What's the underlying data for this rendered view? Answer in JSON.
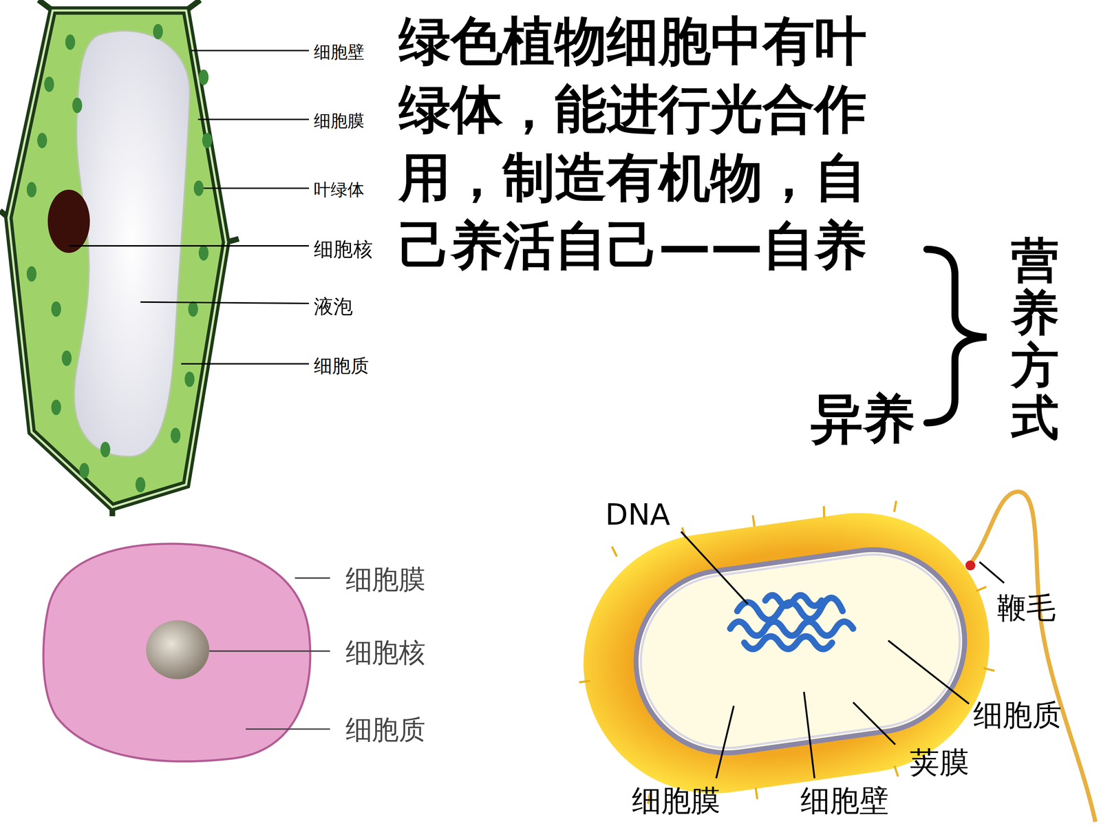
{
  "diagram": {
    "labels": [
      "绿色植物细胞中有叶绿体，能进行光合作用，制造有机物，自己养活自己——自养",
      "异养",
      "营养方式",
      "细胞壁",
      "细胞膜",
      "叶绿体",
      "细胞核",
      "液泡",
      "细胞质",
      "细胞膜",
      "细胞核",
      "细胞质",
      "DNA",
      "鞭毛",
      "细胞质",
      "荚膜",
      "细胞膜",
      "细胞壁"
    ]
  }
}
